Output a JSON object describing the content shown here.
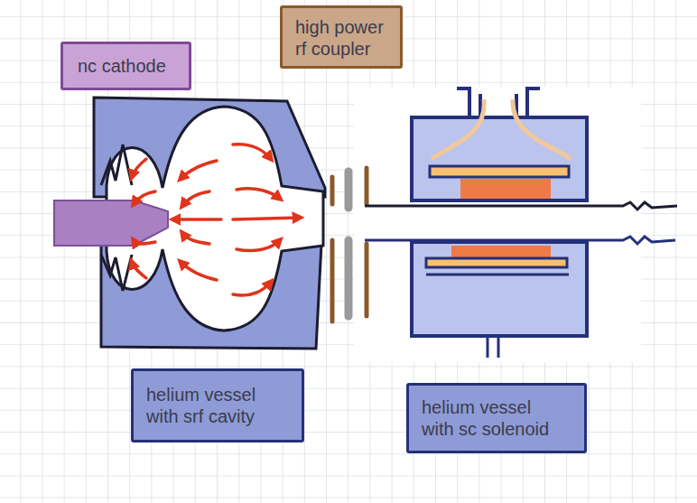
{
  "diagram": {
    "nodes": [
      {
        "text": [
          "nc cathode"
        ]
      },
      {
        "text": [
          "high power rf coupler"
        ]
      },
      {
        "text": [
          "helium vessel with srf cavity"
        ]
      },
      {
        "text": [
          "helium vessel with sc solenoid"
        ]
      }
    ]
  }
}
